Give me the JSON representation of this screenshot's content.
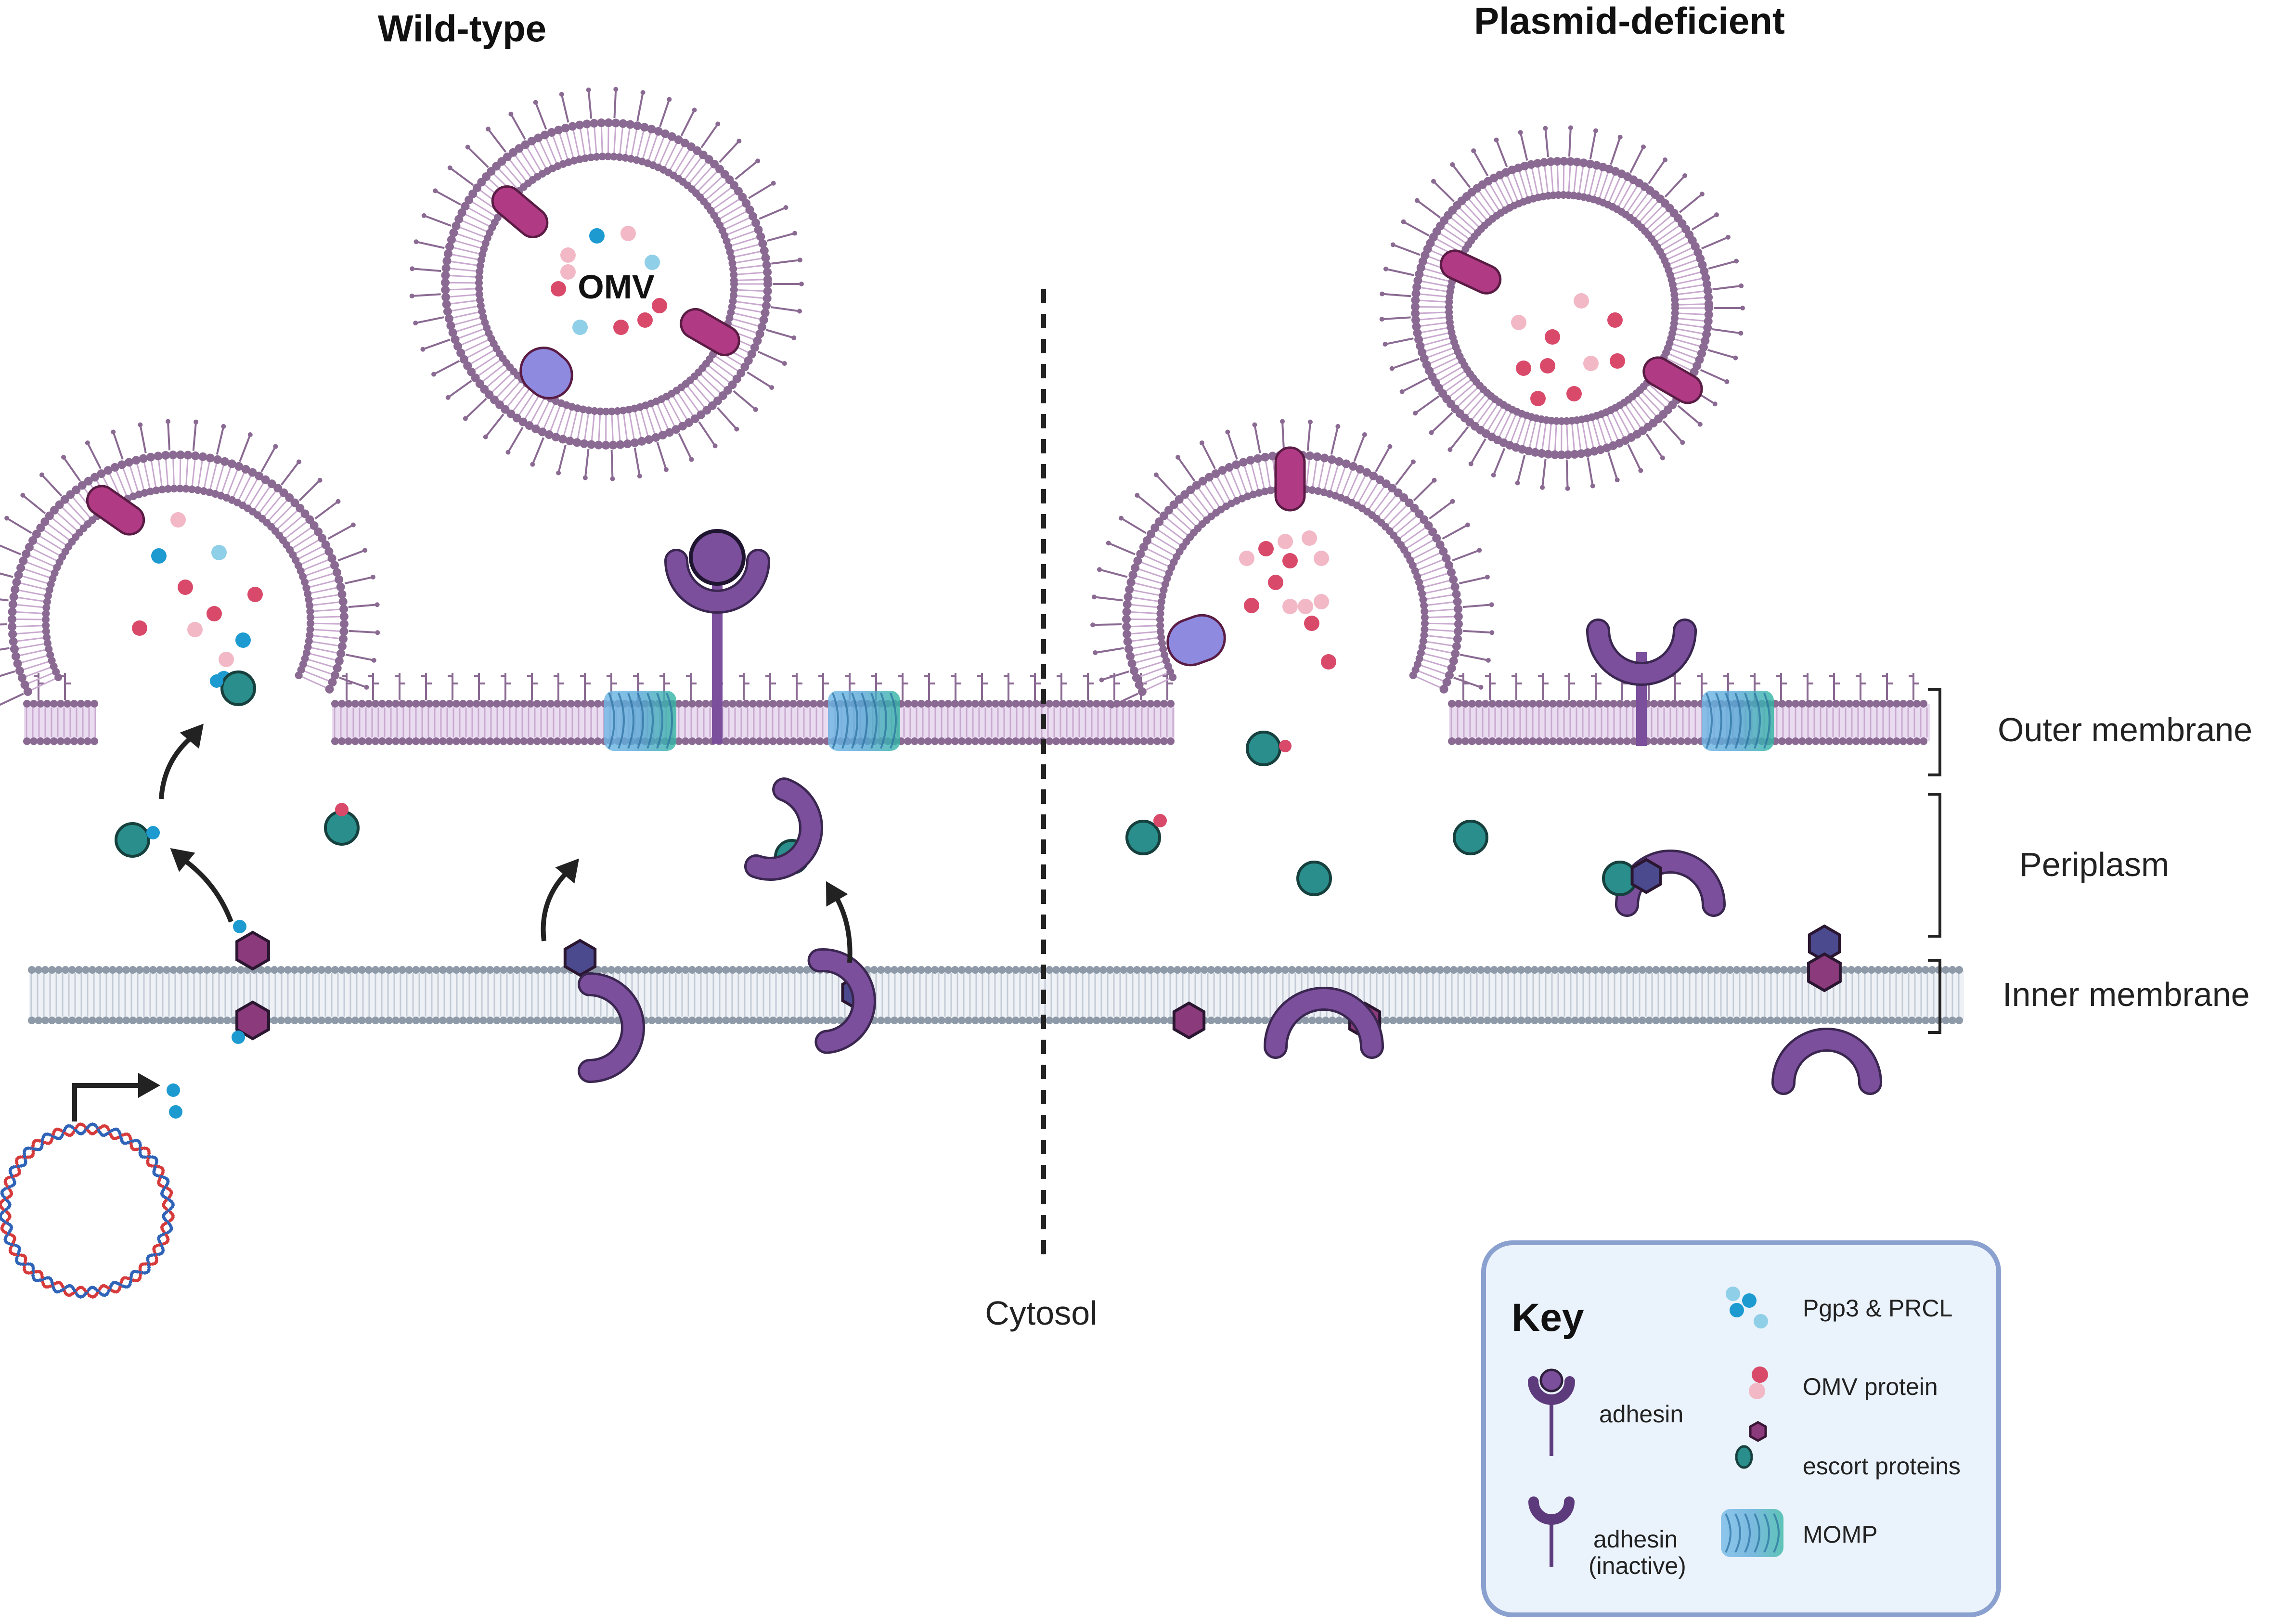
{
  "titles": {
    "left": "Wild-type",
    "right": "Plasmid-deficient"
  },
  "vesicle_label": "OMV",
  "regions": {
    "outer_membrane": "Outer membrane",
    "periplasm": "Periplasm",
    "inner_membrane": "Inner membrane",
    "cytosol": "Cytosol"
  },
  "key": {
    "title": "Key",
    "items": [
      {
        "label": "adhesin",
        "icon": "adhesin-icon"
      },
      {
        "label": "adhesin",
        "label2": "(inactive)",
        "icon": "adhesin-inactive-icon"
      },
      {
        "label": "Pgp3 & PRCL",
        "icon": "pgp3-prcl-icon"
      },
      {
        "label": "OMV protein",
        "icon": "omv-protein-icon"
      },
      {
        "label": "escort proteins",
        "icon": "escort-proteins-icon"
      },
      {
        "label": "MOMP",
        "icon": "momp-icon"
      }
    ]
  },
  "colors": {
    "membrane": "#8a6a92",
    "membrane_inner_fill": "#eadcf0",
    "inner_membrane": "#8e9aa8",
    "adhesin": "#7b4f9c",
    "escort_teal": "#2a8f8c",
    "escort_hex": "#8b3a7c",
    "hex_dark": "#4b4a8f",
    "pgp3": "#1d9bd1",
    "omv_protein": "#d94a6a",
    "omv_protein_light": "#f2b8c6",
    "magenta_protein": "#b03a84",
    "lavender_protein": "#8e8ae0",
    "key_bg": "#eaf2fb",
    "key_border": "#8aa0cf",
    "dna_red": "#d63a3a",
    "dna_blue": "#2f63b8"
  }
}
